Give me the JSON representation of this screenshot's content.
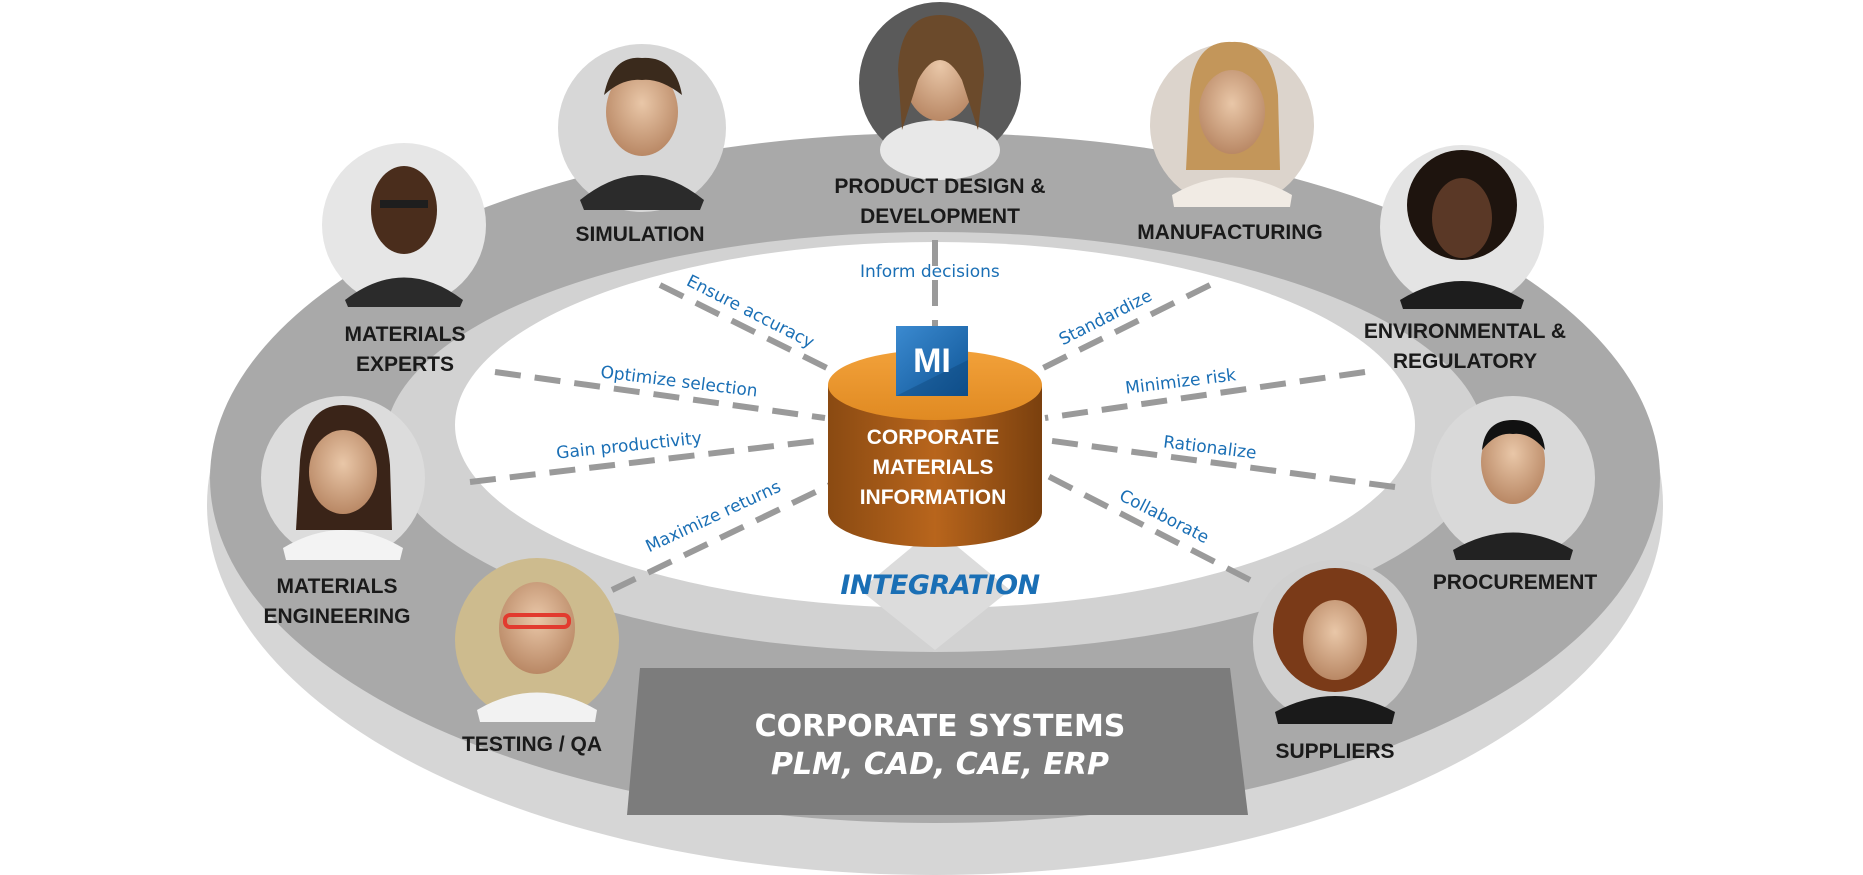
{
  "center": {
    "logo": "MI",
    "label": "CORPORATE\nMATERIALS\nINFORMATION",
    "integration": "INTEGRATION"
  },
  "systems": {
    "line1": "CORPORATE SYSTEMS",
    "line2": "PLM, CAD, CAE, ERP"
  },
  "roles": {
    "product_design": "PRODUCT DESIGN &\nDEVELOPMENT",
    "simulation": "SIMULATION",
    "manufacturing": "MANUFACTURING",
    "materials_experts": "MATERIALS\nEXPERTS",
    "environmental": "ENVIRONMENTAL &\nREGULATORY",
    "materials_engineering": "MATERIALS\nENGINEERING",
    "procurement": "PROCUREMENT",
    "testing": "TESTING / QA",
    "suppliers": "SUPPLIERS"
  },
  "benefits": {
    "inform": "Inform decisions",
    "accuracy": "Ensure accuracy",
    "standardize": "Standardize",
    "optimize": "Optimize selection",
    "minimize": "Minimize risk",
    "productivity": "Gain productivity",
    "rationalize": "Rationalize",
    "returns": "Maximize returns",
    "collaborate": "Collaborate"
  }
}
